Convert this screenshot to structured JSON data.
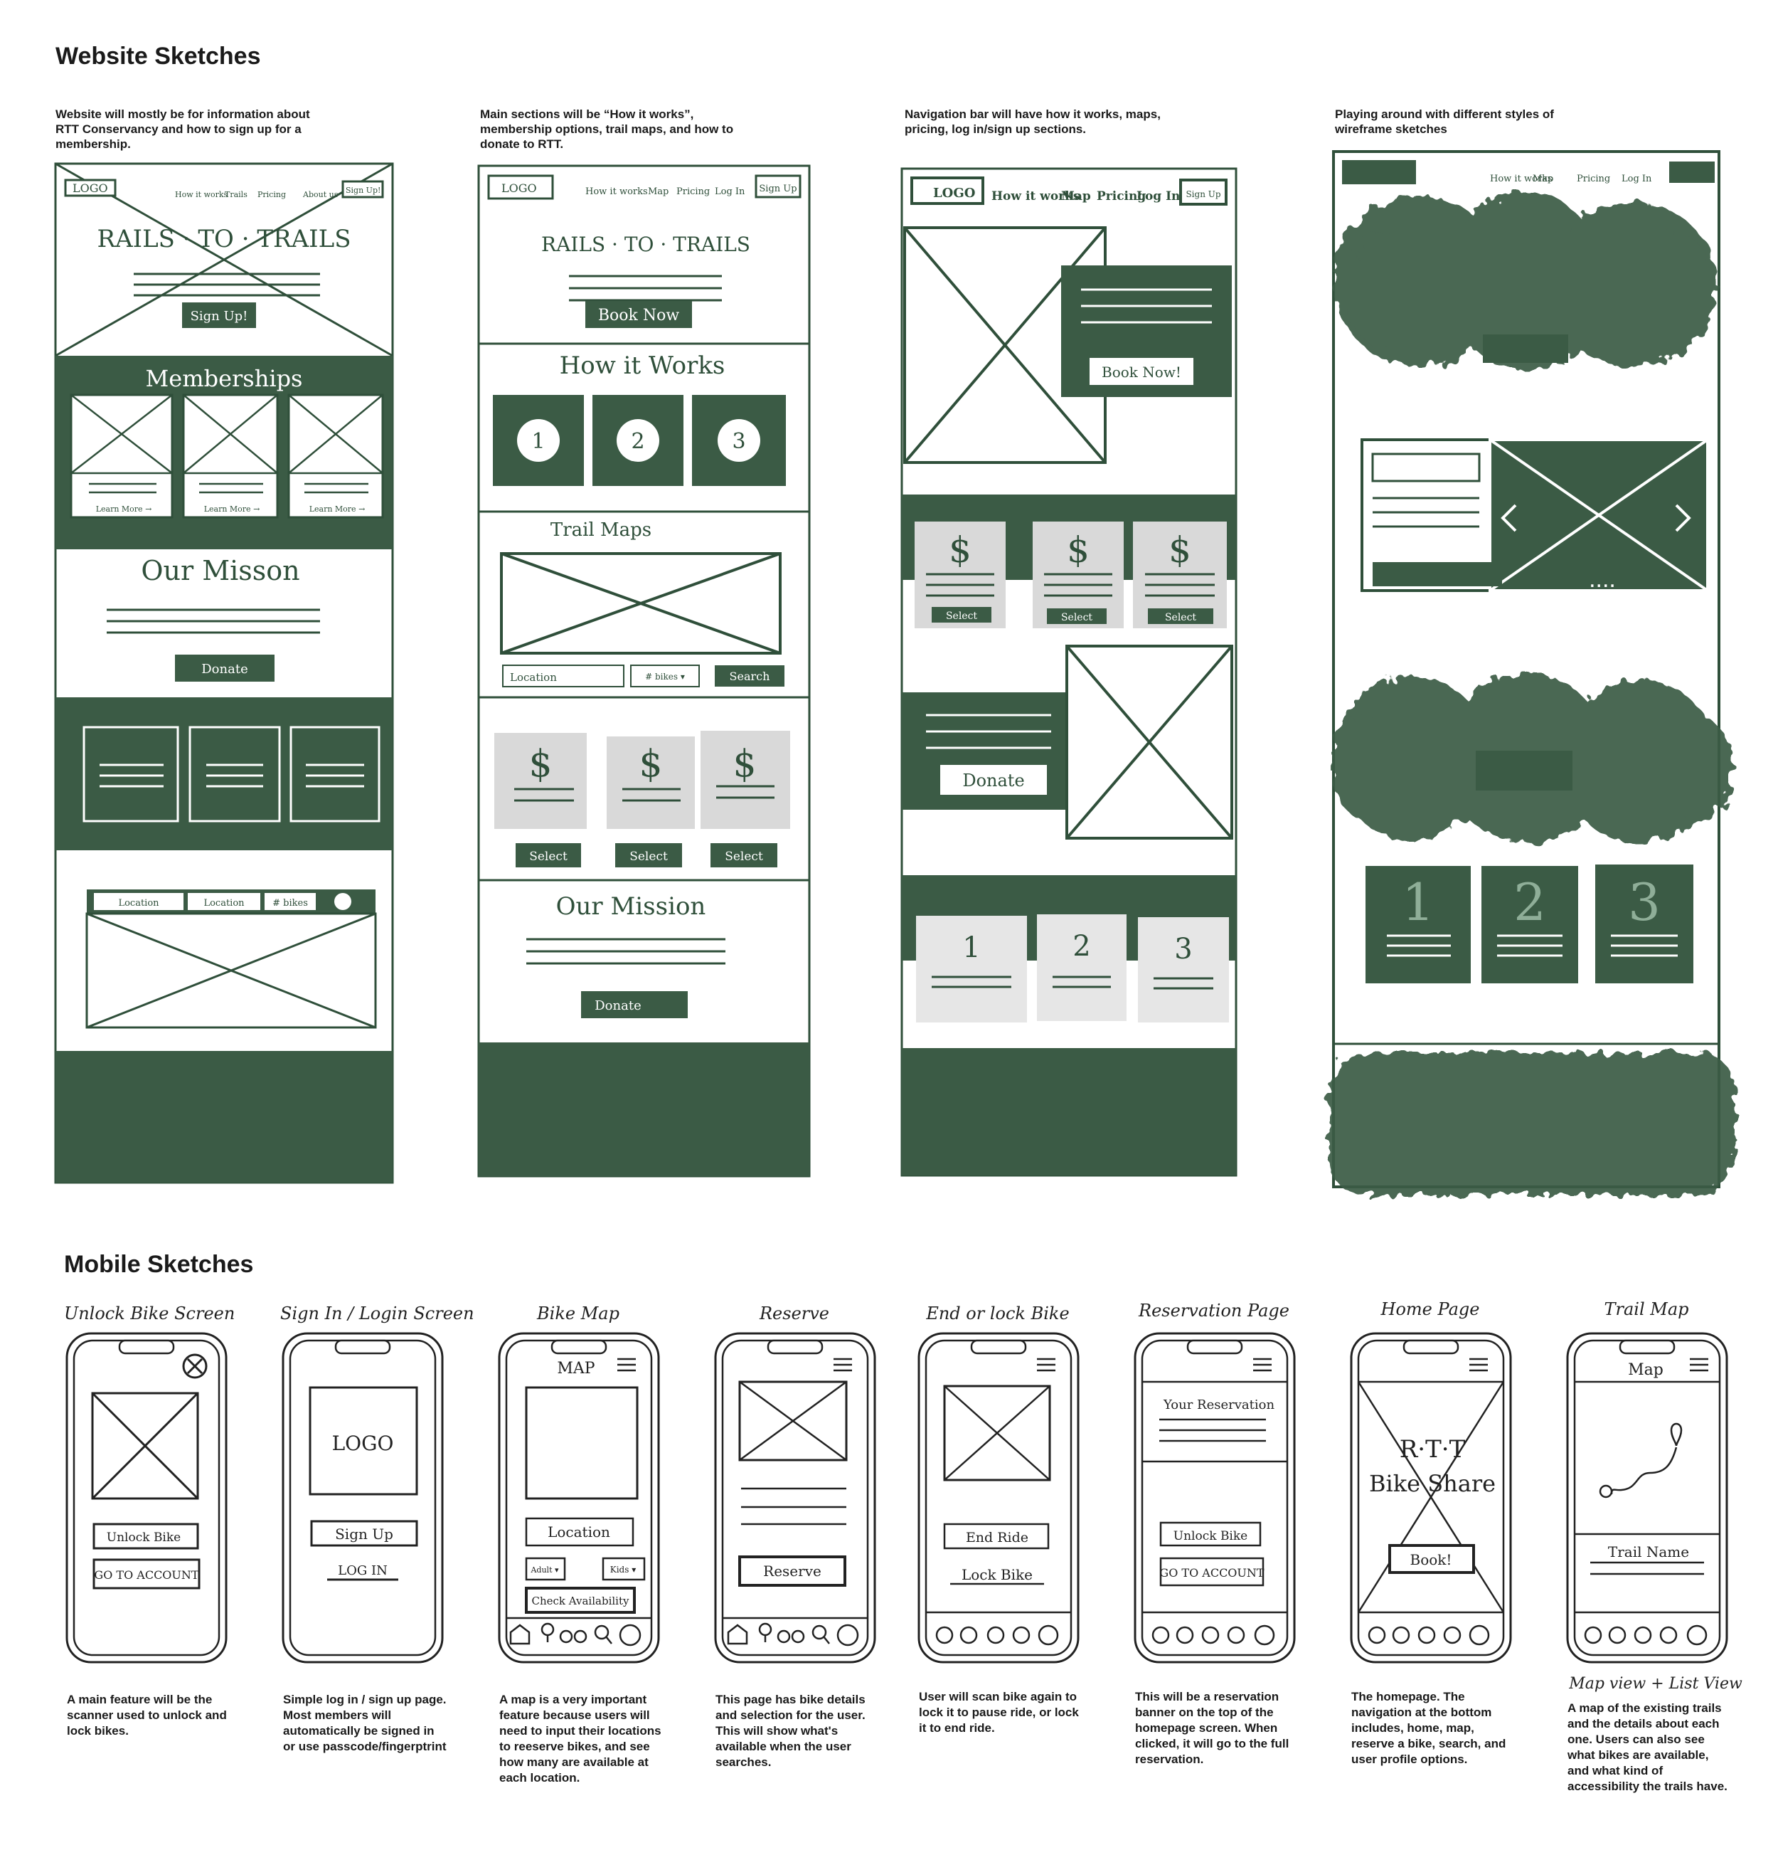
{
  "headings": {
    "website": "Website Sketches",
    "mobile": "Mobile Sketches"
  },
  "colors": {
    "green": "#3b5b45",
    "dark_green": "#2f4f3a",
    "grey": "#d9d9d9",
    "light_grey": "#e6e6e6"
  },
  "website_notes": [
    "Website will mostly be for information about RTT Conservancy and how to sign up for a membership.",
    "Main sections will be “How it works”, membership options, trail maps, and how to donate to RTT.",
    "Navigation bar will have how it works, maps, pricing, log in/sign up sections.",
    "Playing around with different styles of wireframe sketches"
  ],
  "sketch1": {
    "logo": "LOGO",
    "nav": [
      "How it works",
      "Trails",
      "Pricing",
      "About us"
    ],
    "signup": "Sign Up!",
    "title": "RAILS · TO · TRAILS",
    "cta": "Sign Up!",
    "memberships": "Memberships",
    "learn_more": "Learn More →",
    "mission": "Our Misson",
    "donate": "Donate",
    "search": [
      "Location",
      "Location",
      "# bikes"
    ]
  },
  "sketch2": {
    "logo": "LOGO",
    "nav": [
      "How it works",
      "Map",
      "Pricing",
      "Log In"
    ],
    "signup": "Sign Up",
    "title": "RAILS · TO · TRAILS",
    "cta": "Book Now",
    "how": "How it Works",
    "steps": [
      "1",
      "2",
      "3"
    ],
    "trail_maps": "Trail Maps",
    "location": "Location",
    "bikes": "# bikes ▾",
    "search": "Search",
    "price": "$",
    "select": "Select",
    "mission": "Our Mission",
    "donate": "Donate"
  },
  "sketch3": {
    "logo": "LOGO",
    "nav": [
      "How it works",
      "Map",
      "Pricing",
      "Log In"
    ],
    "signup": "Sign Up",
    "cta": "Book Now!",
    "price": "$",
    "select": "Select",
    "donate": "Donate",
    "steps": [
      "1",
      "2",
      "3"
    ]
  },
  "sketch4": {
    "nav": [
      "How it works",
      "Map",
      "Pricing",
      "Log In"
    ],
    "steps": [
      "1",
      "2",
      "3"
    ],
    "dots": "...."
  },
  "mobile": [
    {
      "title": "Unlock Bike Screen",
      "buttons": [
        "Unlock Bike",
        "GO TO ACCOUNT"
      ],
      "note": "A main feature will be the scanner used to unlock and lock bikes."
    },
    {
      "title": "Sign In / Login Screen",
      "logo": "LOGO",
      "buttons": [
        "Sign Up",
        "LOG IN"
      ],
      "note": "Simple log in / sign up page. Most members will automatically be signed in or use passcode/fingerptrint"
    },
    {
      "title": "Bike Map",
      "header": "MAP",
      "fields": [
        "Location",
        "Adult ▾",
        "Kids ▾"
      ],
      "button": "Check Availability",
      "note": "A map is a very important feature because users will need to input their locations to reeserve bikes, and see how many are available at each location."
    },
    {
      "title": "Reserve",
      "button": "Reserve",
      "note": "This page has bike details and selection for the user. This will show what's available when the user searches."
    },
    {
      "title": "End or lock Bike",
      "buttons": [
        "End Ride",
        "Lock Bike"
      ],
      "note": "User will scan bike again to lock it to pause ride, or lock it to end ride."
    },
    {
      "title": "Reservation Page",
      "banner": "Your Reservation",
      "buttons": [
        "Unlock Bike",
        "GO TO ACCOUNT"
      ],
      "note": "This will be a reservation banner on the top of the homepage screen. When clicked, it will go to the full reservation."
    },
    {
      "title": "Home Page",
      "hero": [
        "R·T·T",
        "Bike Share"
      ],
      "button": "Book!",
      "note": "The homepage. The navigation at the bottom includes, home, map, reserve a bike, search, and user profile options."
    },
    {
      "title": "Trail Map",
      "header": "Map",
      "item": "Trail Name",
      "caption": "Map view + List View",
      "note": "A map of the existing trails and the details about each one. Users can also see what bikes are available, and what kind of accessibility the trails have."
    }
  ]
}
